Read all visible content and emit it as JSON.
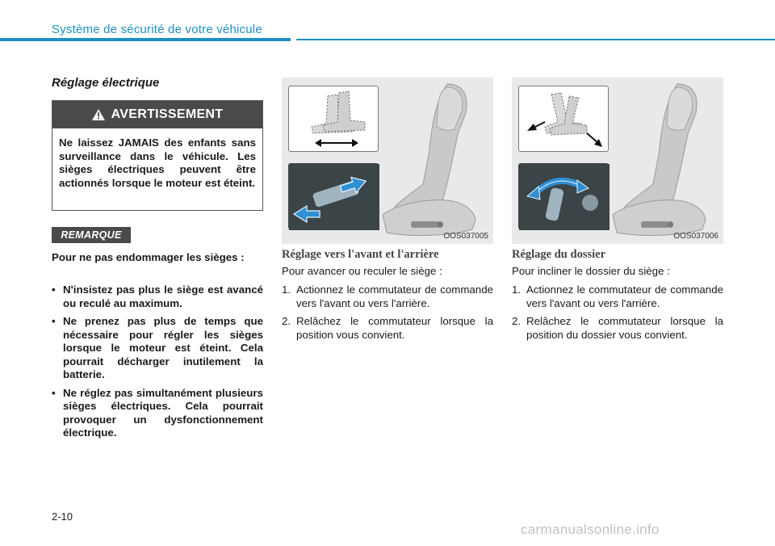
{
  "header": {
    "title": "Système de sécurité de votre véhicule"
  },
  "section": {
    "title": "Réglage électrique"
  },
  "warning": {
    "label": "AVERTISSEMENT",
    "icon": "warning-triangle-icon",
    "text": "Ne laissez JAMAIS des enfants sans surveillance dans le véhicule. Les sièges électriques peuvent être actionnés lorsque le moteur est éteint."
  },
  "note": {
    "label": "REMARQUE",
    "intro": "Pour ne pas endommager les sièges :",
    "items": [
      "N'insistez pas plus le siège est avancé ou reculé au maximum.",
      "Ne prenez pas plus de temps que nécessaire pour régler les sièges lorsque le moteur est éteint. Cela pourrait décharger inutilement la batterie.",
      "Ne réglez pas simultanément plusieurs sièges électriques. Cela pourrait provoquer un dysfonctionnement électrique."
    ]
  },
  "figures": [
    {
      "code": "OOS037005"
    },
    {
      "code": "OOS037006"
    }
  ],
  "forward_back": {
    "title": "Réglage vers l'avant et l'arrière",
    "intro": "Pour avancer ou reculer le siège :",
    "steps": [
      {
        "num": "1.",
        "text": "Actionnez le commutateur de commande vers l'avant ou vers l'arrière."
      },
      {
        "num": "2.",
        "text": "Relâchez le commutateur lorsque la position vous convient."
      }
    ]
  },
  "backrest": {
    "title": "Réglage du dossier",
    "intro": "Pour incliner le dossier du siège :",
    "steps": [
      {
        "num": "1.",
        "text": "Actionnez le commutateur de commande vers l'avant ou vers l'arrière."
      },
      {
        "num": "2.",
        "text": "Relâchez le commutateur lorsque la position du dossier vous convient."
      }
    ]
  },
  "footer": {
    "page_number": "2-10",
    "watermark": "carmanualsonline.info"
  },
  "colors": {
    "accent": "#1d8fc4",
    "label_bg": "#4a4a4a",
    "arrow_blue": "#2f8fd3"
  }
}
